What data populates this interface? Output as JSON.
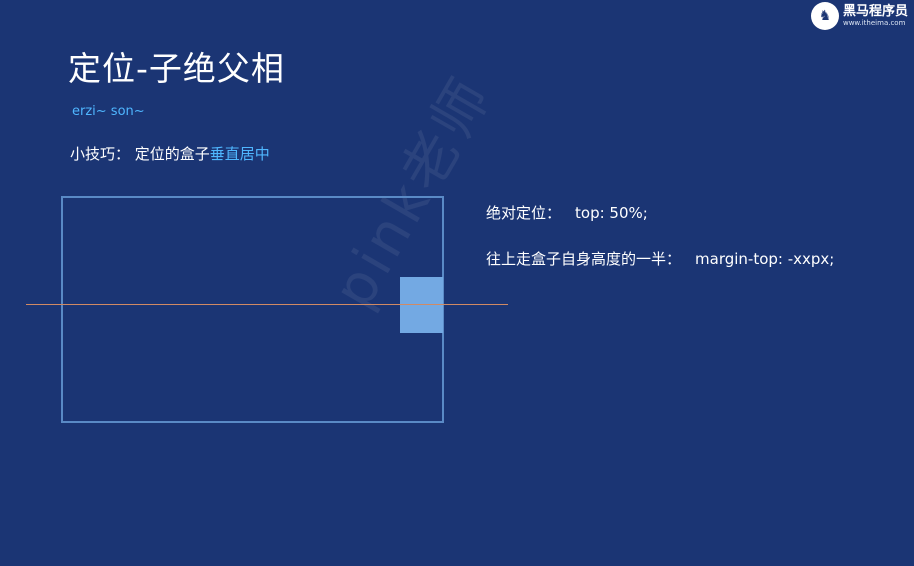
{
  "slide": {
    "title": "定位-子绝父相",
    "subtitle": "erzi~ son~",
    "tip": {
      "prefix": "小技巧： 定位的盒子",
      "highlight": "垂直居中"
    },
    "notes": [
      {
        "label": "绝对定位：",
        "code": "top: 50%;"
      },
      {
        "label": "往上走盒子自身高度的一半：",
        "code": "margin-top: -xxpx;"
      }
    ],
    "watermark": "pink老师"
  },
  "logo": {
    "name": "黑马程序员",
    "url": "www.itheima.com",
    "icon": "horse-logo-icon"
  },
  "colors": {
    "background": "#1b3574",
    "accent": "#4fb6ff",
    "parent_border": "#5a8ac6",
    "child_fill": "#73a9e3",
    "guide_line": "#d08a64"
  }
}
